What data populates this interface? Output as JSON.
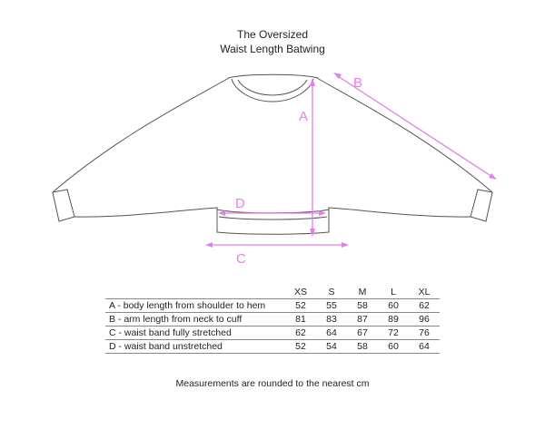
{
  "title_line1": "The Oversized",
  "title_line2": "Waist Length Batwing",
  "labels": {
    "a": "A",
    "b": "B",
    "c": "C",
    "d": "D"
  },
  "table": {
    "columns": [
      "XS",
      "S",
      "M",
      "L",
      "XL"
    ],
    "rows": [
      {
        "label": "A - body length from shoulder to hem",
        "values": [
          "52",
          "55",
          "58",
          "60",
          "62"
        ]
      },
      {
        "label": "B - arm length from neck to cuff",
        "values": [
          "81",
          "83",
          "87",
          "89",
          "96"
        ]
      },
      {
        "label": "C - waist band fully stretched",
        "values": [
          "62",
          "64",
          "67",
          "72",
          "76"
        ]
      },
      {
        "label": "D - waist band unstretched",
        "values": [
          "52",
          "54",
          "58",
          "60",
          "64"
        ]
      }
    ]
  },
  "footnote": "Measurements are rounded to the nearest cm",
  "colors": {
    "measure_lines": "#e57ee8",
    "garment_outline": "#555555"
  }
}
